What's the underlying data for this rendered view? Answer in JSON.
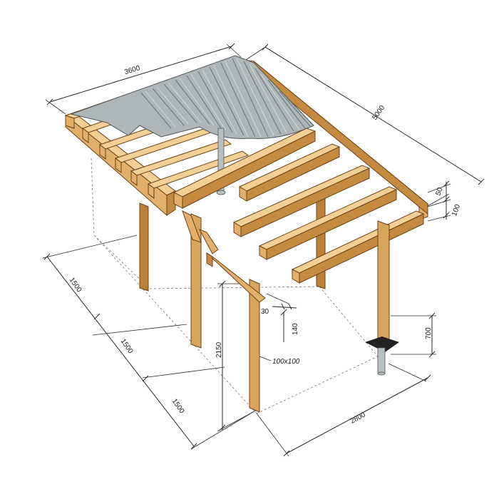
{
  "dimensions": {
    "width_top": "3600",
    "depth_top": "5000",
    "rafter_width": "50",
    "rafter_height": "100",
    "bay_1": "1500",
    "bay_2": "1500",
    "bay_3": "1500",
    "post_height": "2150",
    "post_section": "100x100",
    "brace_depth": "30",
    "brace_height": "140",
    "footing_depth": "700",
    "post_spacing": "2800"
  },
  "colors": {
    "timber": "#e2b06a",
    "timber_dark": "#c48a40",
    "roofing": "#aeb6b8",
    "outline": "#6b4216"
  }
}
